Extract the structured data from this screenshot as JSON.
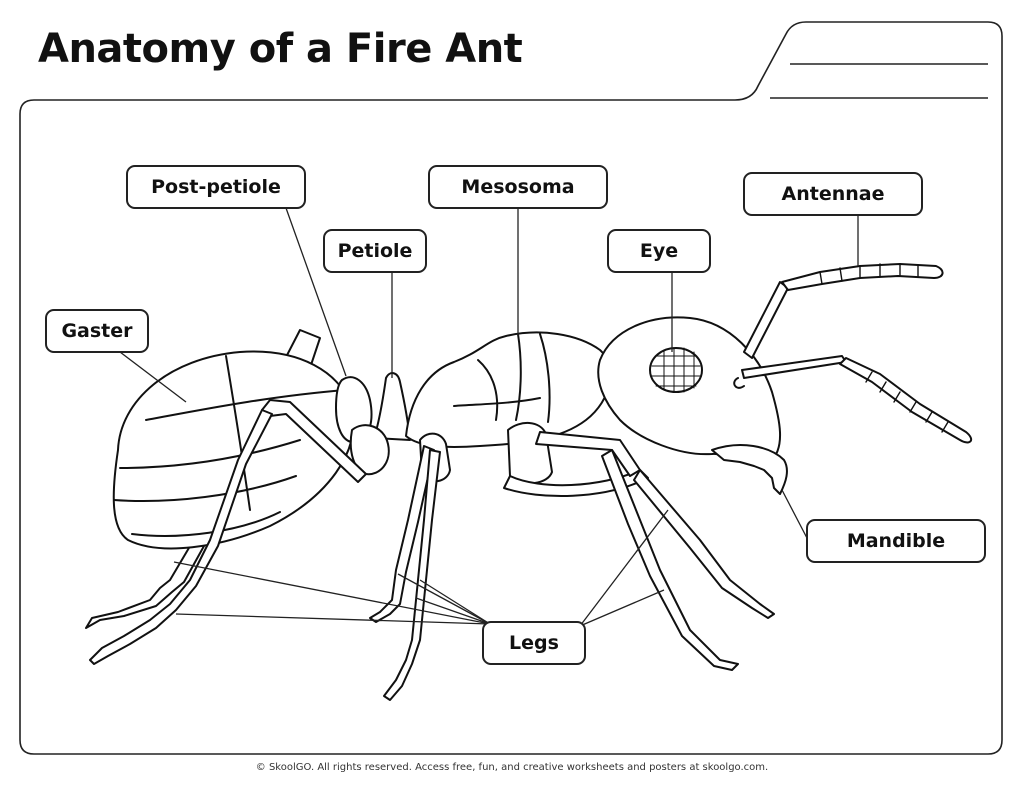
{
  "title": "Anatomy of a Fire Ant",
  "labels": {
    "post_petiole": "Post-petiole",
    "mesosoma": "Mesosoma",
    "antennae": "Antennae",
    "petiole": "Petiole",
    "eye": "Eye",
    "gaster": "Gaster",
    "mandible": "Mandible",
    "legs": "Legs"
  },
  "footer": "© SkoolGO. All rights reserved. Access free, fun, and creative worksheets and posters at skoolgo.com."
}
